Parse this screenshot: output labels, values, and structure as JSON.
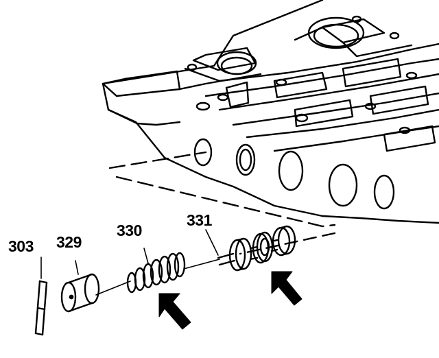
{
  "diagram": {
    "callouts": {
      "c303": "303",
      "c329": "329",
      "c330": "330",
      "c331": "331"
    }
  },
  "colors": {
    "ink": "#000000",
    "paper": "#ffffff"
  }
}
